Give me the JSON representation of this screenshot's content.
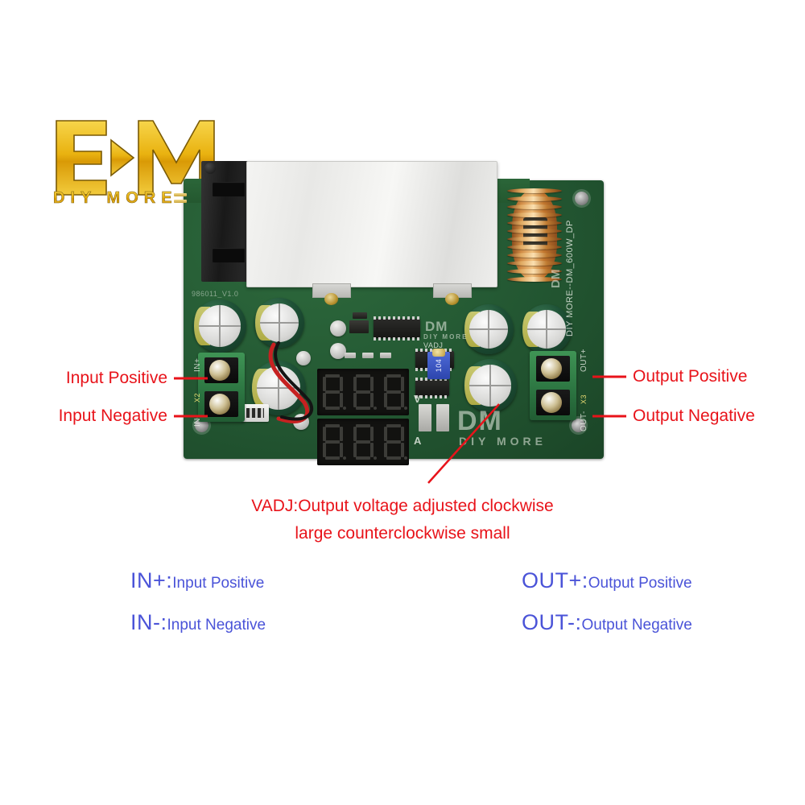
{
  "brand": {
    "logo_mark": "DM",
    "logo_tagline": "DIY MORE",
    "logo_color": "#E8B007"
  },
  "callouts": {
    "input_positive": "Input Positive",
    "input_negative": "Input Negative",
    "output_positive": "Output Positive",
    "output_negative": "Output Negative",
    "color": "#E8131A"
  },
  "vadj_note": {
    "line1": "VADJ:Output voltage adjusted clockwise",
    "line2": "large counterclockwise small"
  },
  "legend": {
    "color": "#4A53D8",
    "items": [
      {
        "key": "IN+:",
        "value": "Input Positive"
      },
      {
        "key": "IN-:",
        "value": "Input Negative"
      },
      {
        "key": "OUT+:",
        "value": "Output Positive"
      },
      {
        "key": "OUT-:",
        "value": "Output Negative"
      }
    ]
  },
  "board": {
    "silkscreen": {
      "model": "DIY MORE--DM_600W_DP",
      "part_code": "986011_V1.0",
      "in_positive": "IN+",
      "in_negative": "IN-",
      "in_block": "X2",
      "out_positive": "OUT+",
      "out_negative": "OUT-",
      "out_block": "X3",
      "vadj": "VADJ",
      "volt_unit": "V",
      "amp_unit": "A",
      "logo_mark": "DM",
      "logo_tagline": "DIY MORE"
    },
    "trimpot_code": "104",
    "display_top": "...",
    "display_bottom": "..."
  }
}
